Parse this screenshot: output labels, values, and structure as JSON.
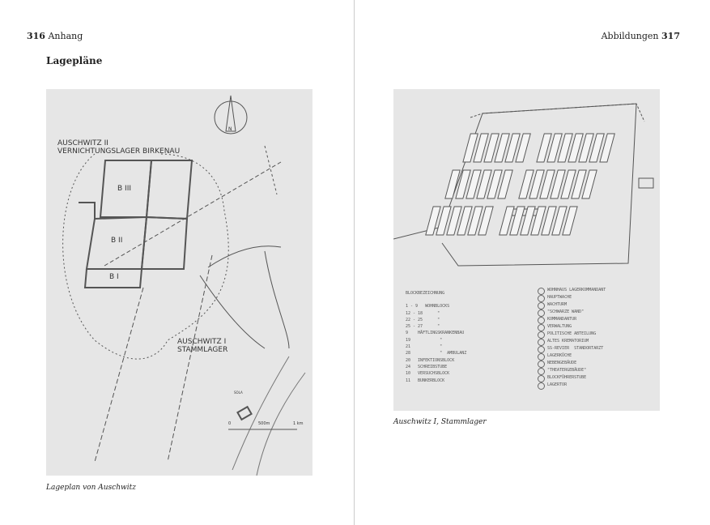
{
  "left_page": {
    "page_number": "316",
    "running_head": "Anhang",
    "section_title": "Lagepläne",
    "figure": {
      "title_line1": "AUSCHWITZ II",
      "title_line2": "VERNICHTUNGSLAGER BIRKENAU",
      "north": "N",
      "sections": [
        "B III",
        "B II",
        "B I"
      ],
      "stammlager_line1": "AUSCHWITZ I",
      "stammlager_line2": "STAMMLAGER",
      "river": "SOLA",
      "scale": [
        "0",
        "500m",
        "1 km"
      ]
    },
    "caption": "Lageplan von Auschwitz"
  },
  "right_page": {
    "page_number": "317",
    "running_head": "Abbildungen",
    "figure": {
      "legend_left_title": "BLOCKBEZEICHNUNG",
      "legend_left": [
        "1 - 9   WOHNBLOCKS",
        "12 - 18      \"",
        "22 - 25      \"",
        "25 - 27      \"",
        "9    HÄFTLINGSKRANKENBAU",
        "19            \"",
        "21            \"",
        "28            \"  AMBULANZ",
        "20   INFEKTIONSBLOCK",
        "24   SCHREIBSTUBE",
        "10   VERSUCHSBLOCK",
        "11   BUNKERBLOCK"
      ],
      "legend_right": [
        "WOHNHAUS LAGERKOMMANDANT",
        "HAUPTWACHE",
        "WACHTURM",
        "\"SCHWARZE WAND\"",
        "KOMMANDANTUR",
        "VERWALTUNG",
        "POLITISCHE ABTEILUNG",
        "ALTES KREMATORIUM",
        "SS-REVIER  STANDORTARZT",
        "LAGERKÜCHE",
        "NEBENGEBÄUDE",
        "\"THEATERGEBÄUDE\"",
        "BLOCKFÜHRERSTUBE",
        "LAGERTOR"
      ]
    },
    "caption": "Auschwitz I, Stammlager"
  }
}
